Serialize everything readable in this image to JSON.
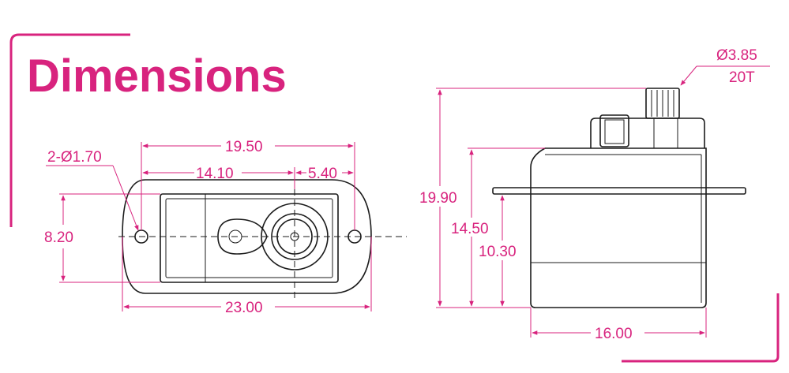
{
  "title": "Dimensions",
  "colors": {
    "accent": "#d8237e",
    "outline": "#1b1b1b",
    "background": "#ffffff"
  },
  "top_view": {
    "overall_mount_width": "19.50",
    "hole_label": "2-Ø1.70",
    "hole_to_shaft": "14.10",
    "shaft_offset": "5.40",
    "height": "8.20",
    "overall_length": "23.00"
  },
  "side_view": {
    "gear_spec_top": "Ø3.85",
    "gear_spec_bottom": "20T",
    "overall_height": "19.90",
    "body_height": "14.50",
    "mount_height": "10.30",
    "body_width": "16.00"
  }
}
